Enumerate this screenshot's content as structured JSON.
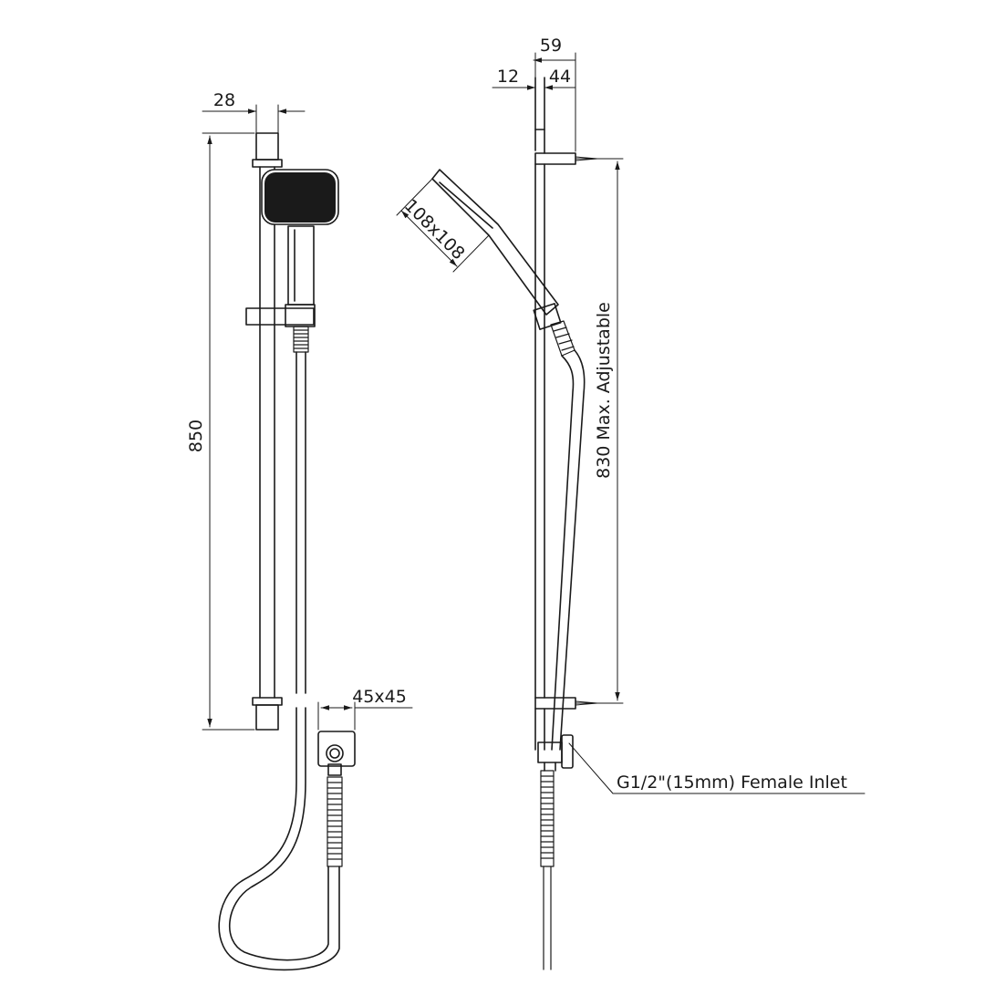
{
  "dimensions": {
    "rail_width": "28",
    "rail_height": "850",
    "wall_outlet": "45x45",
    "head_size": "108x108",
    "total_depth": "59",
    "rail_offset": "12",
    "bracket_depth": "44",
    "adjustable_range": "830 Max.  Adjustable",
    "inlet": "G1/2\"(15mm) Female Inlet"
  },
  "colors": {
    "line": "#1a1a1a",
    "head_face": "#1a1a1a",
    "background": "#ffffff"
  }
}
